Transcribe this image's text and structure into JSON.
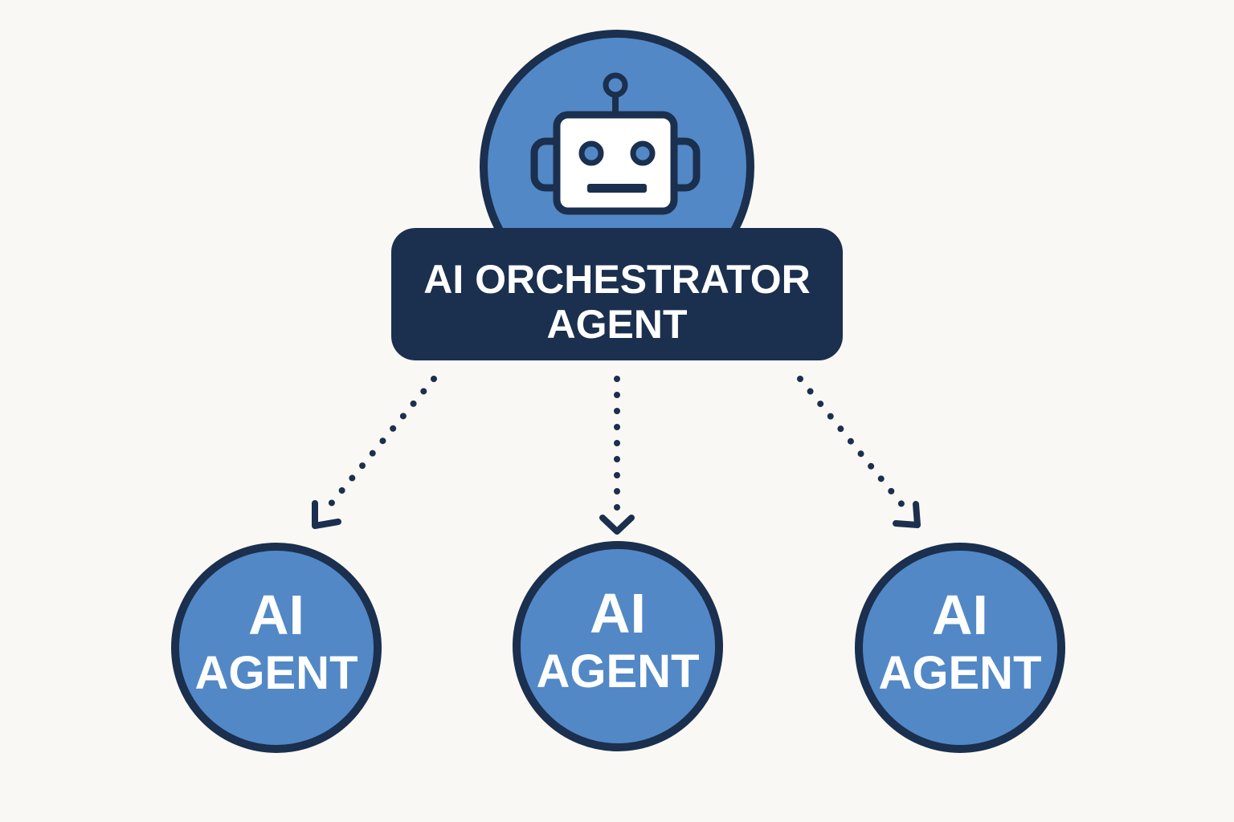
{
  "orchestrator": {
    "label_line1": "AI ORCHESTRATOR",
    "label_line2": "AGENT",
    "icon": "robot-icon"
  },
  "agents": [
    {
      "label_line1": "AI",
      "label_line2": "AGENT"
    },
    {
      "label_line1": "AI",
      "label_line2": "AGENT"
    },
    {
      "label_line1": "AI",
      "label_line2": "AGENT"
    }
  ],
  "connectors": {
    "style": "dotted",
    "arrowhead": "chevron"
  },
  "colors": {
    "background": "#faf8f4",
    "navy": "#1b2f4e",
    "blue": "#5288c6",
    "white": "#ffffff"
  }
}
